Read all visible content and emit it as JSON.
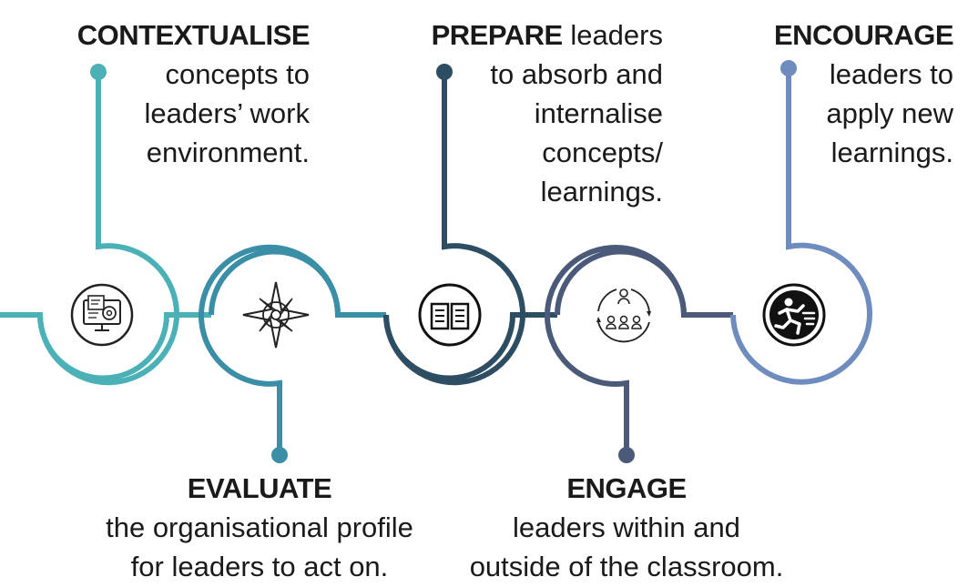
{
  "steps": [
    {
      "id": "contextualise",
      "title": "CONTEXTUALISE",
      "text": "concepts to leaders’ work environment.",
      "lines": [
        "concepts to",
        "leaders’ work",
        "environment."
      ],
      "color": "#4bb1b7",
      "icon": "monitor-settings-icon"
    },
    {
      "id": "evaluate",
      "title": "EVALUATE",
      "text": "the organisational profile for leaders to act on.",
      "lines": [
        "the organisational profile",
        "for leaders to act on."
      ],
      "color": "#3a8ea6",
      "icon": "compass-icon"
    },
    {
      "id": "prepare",
      "title": "PREPARE",
      "text": "leaders to absorb and internalise concepts/ learnings.",
      "lines": [
        "leaders",
        "to absorb and",
        "internalise",
        "concepts/",
        "learnings."
      ],
      "color": "#2d4d63",
      "icon": "book-icon"
    },
    {
      "id": "engage",
      "title": "ENGAGE",
      "text": "leaders within and outside of the classroom.",
      "lines": [
        "leaders within and",
        "outside of the classroom."
      ],
      "color": "#4b5a78",
      "icon": "group-cycle-icon"
    },
    {
      "id": "encourage",
      "title": "ENCOURAGE",
      "text": "leaders to apply new learnings.",
      "lines": [
        "leaders to",
        "apply new",
        "learnings."
      ],
      "color": "#6f8cbf",
      "icon": "running-person-icon"
    }
  ]
}
